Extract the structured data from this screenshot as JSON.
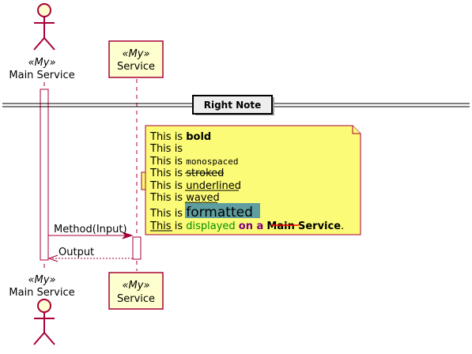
{
  "participants": {
    "actor": {
      "stereotype": "«My»",
      "name": "Main Service"
    },
    "service": {
      "stereotype": "«My»",
      "name": "Service"
    }
  },
  "divider": {
    "label": "Right Note"
  },
  "note": {
    "lines": [
      {
        "prefix": "This is ",
        "text": "bold",
        "style": "bold"
      },
      {
        "prefix": "This is ",
        "text": "",
        "style": "plain"
      },
      {
        "prefix": "This is ",
        "text": "monospaced",
        "style": "monospaced"
      },
      {
        "prefix": "This is ",
        "text": "stroked",
        "style": "stroked"
      },
      {
        "prefix": "This is ",
        "text": "underlined",
        "style": "underlined"
      },
      {
        "prefix": "This is ",
        "text": "waved",
        "style": "waved"
      },
      {
        "prefix": "This is ",
        "text": "formatted",
        "style": "formatted"
      }
    ],
    "last_line": {
      "this": "This",
      "is": " is ",
      "displayed": "displayed",
      "on_a": "on a",
      "main": "Main",
      "service": "Service",
      "period": "."
    }
  },
  "messages": {
    "request": {
      "label": "Method(Input)"
    },
    "response": {
      "label": "Output"
    }
  },
  "colors": {
    "border": "#A80036",
    "participant_fill": "#FEFECE",
    "note_fill": "#FBFB77",
    "divider_fill": "#EEEEEE",
    "formatted_bg": "#5F9EA0",
    "displayed_text": "#009000",
    "on_a_text": "#800080",
    "main_strike": "#FF0000"
  },
  "icons": {
    "actor": "actor-stick-figure-icon",
    "note_corner": "folded-corner-icon"
  }
}
